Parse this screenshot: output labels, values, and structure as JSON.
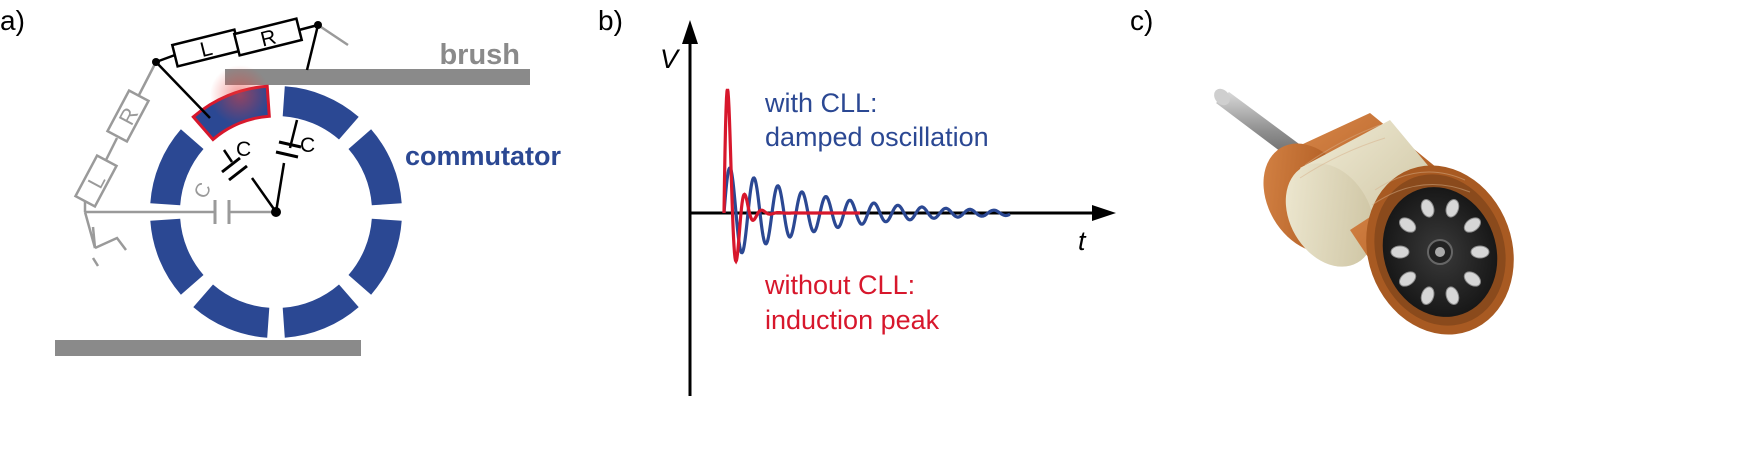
{
  "panel_a": {
    "label": "a)",
    "brush_label": "brush",
    "commutator_label": "commutator",
    "resistor_label": "R",
    "inductor_label": "L",
    "capacitor_label": "C",
    "colors": {
      "commutator": "#2b4893",
      "brush": "#8a8a8a",
      "highlight": "#d7172c",
      "faded": "#9a9a9a",
      "wire": "#000000"
    }
  },
  "panel_b": {
    "label": "b)",
    "y_axis_label": "V",
    "x_axis_label": "t",
    "with_cll_line1": "with CLL:",
    "with_cll_line2": "damped oscillation",
    "without_cll_line1": "without CLL:",
    "without_cll_line2": "induction peak",
    "colors": {
      "with_cll": "#2b4893",
      "without_cll": "#d7172c"
    }
  },
  "panel_c": {
    "label": "c)",
    "colors": {
      "copper": "#b8652a",
      "insulation": "#e4dcc0",
      "shaft": "#9a9a9a"
    }
  }
}
